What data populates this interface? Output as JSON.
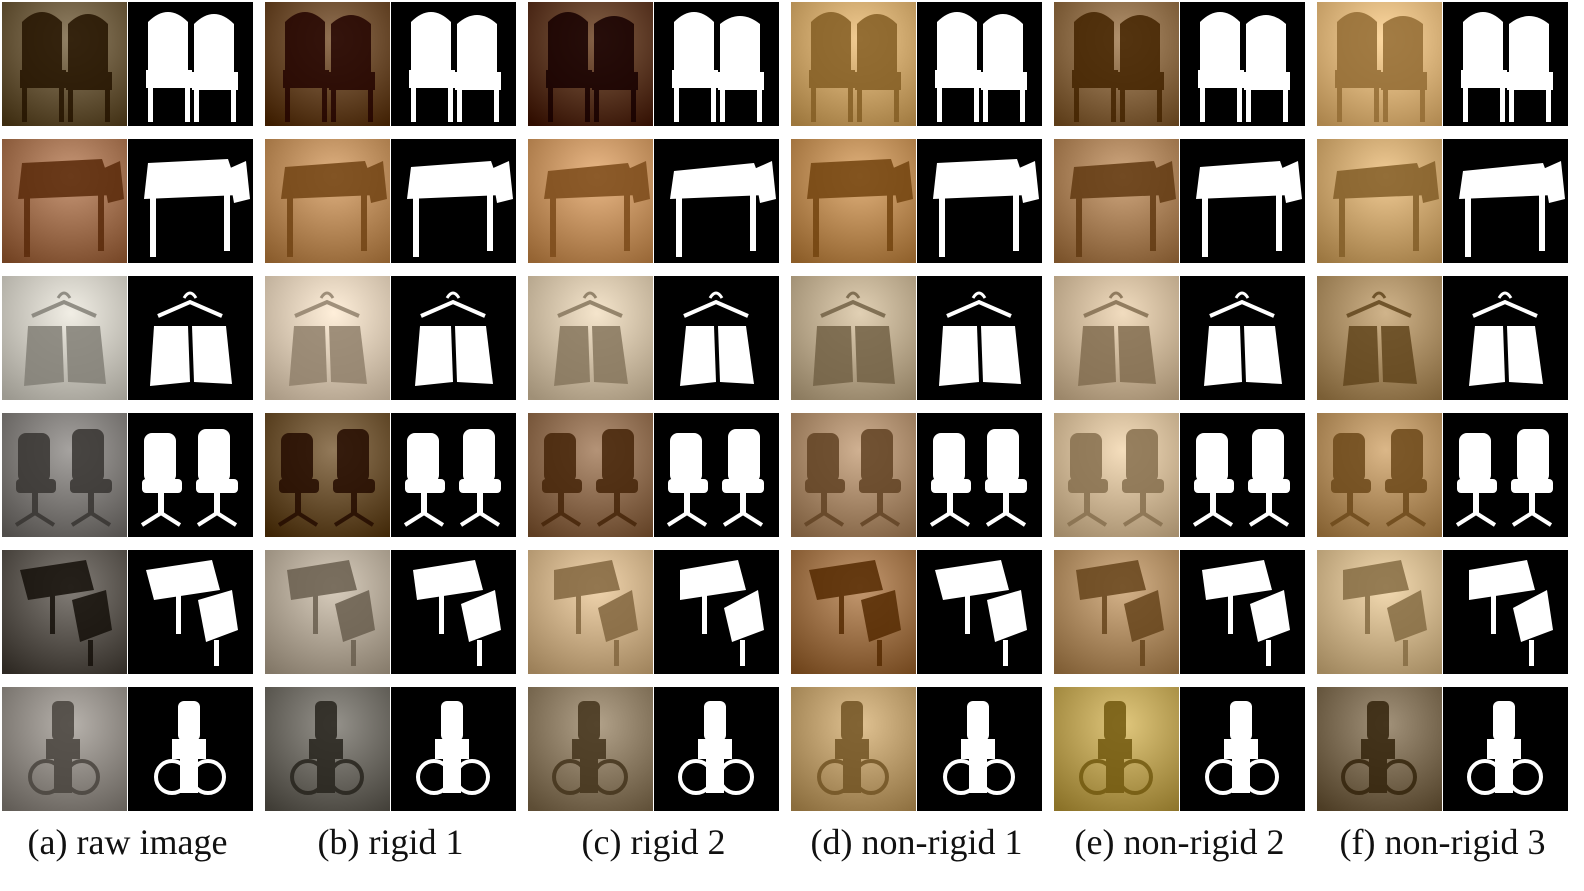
{
  "columns": [
    {
      "caption": "(a) raw image"
    },
    {
      "caption": "(b) rigid 1"
    },
    {
      "caption": "(c) rigid 2"
    },
    {
      "caption": "(d) non-rigid 1"
    },
    {
      "caption": "(e) non-rigid 2"
    },
    {
      "caption": "(f) non-rigid 3"
    }
  ],
  "rows": [
    {
      "subject": "arched-back-chairs",
      "colors": [
        "#6b5a3e",
        "#6a4a2c",
        "#5d3a1f",
        "#caa46a",
        "#8a6a46",
        "#d9b27a"
      ]
    },
    {
      "subject": "table-and-chairs",
      "colors": [
        "#a07050",
        "#b88a5a",
        "#c29160",
        "#b98a55",
        "#a88058",
        "#c9a46e"
      ]
    },
    {
      "subject": "bags-on-hanger",
      "colors": [
        "#c9c6bd",
        "#d7c7b2",
        "#cdbda4",
        "#b9a88c",
        "#c9b497",
        "#a88c63"
      ]
    },
    {
      "subject": "office-chairs",
      "colors": [
        "#7e7b78",
        "#6b5232",
        "#8c6b4f",
        "#a8896a",
        "#cdb695",
        "#b38f60"
      ]
    },
    {
      "subject": "school-desk",
      "colors": [
        "#5b5650",
        "#b0a595",
        "#c9ad86",
        "#9c7148",
        "#ad8b62",
        "#ccb38a"
      ]
    },
    {
      "subject": "wheelchair",
      "colors": [
        "#8f8a84",
        "#6d6a63",
        "#8a7a62",
        "#b89a6a",
        "#b89f55",
        "#7a6a52"
      ]
    }
  ]
}
